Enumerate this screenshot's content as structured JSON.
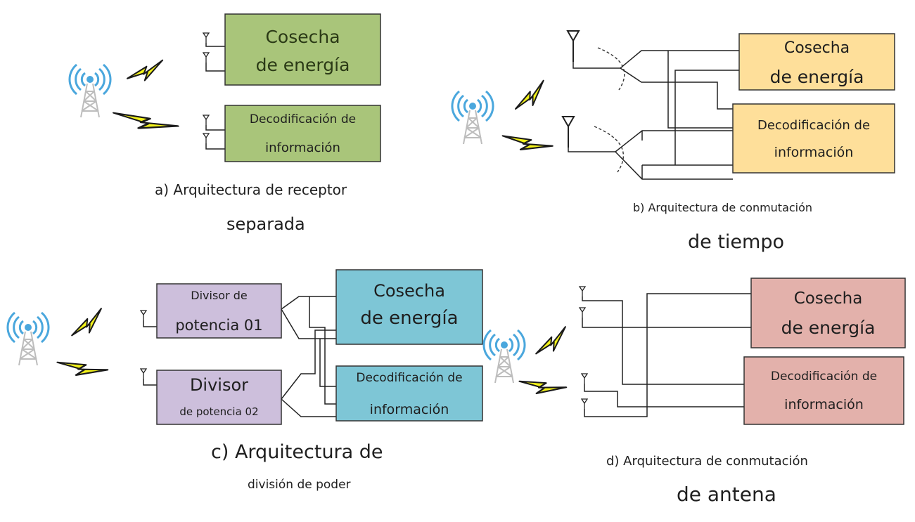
{
  "colors": {
    "green": "#a9c57a",
    "yellow": "#fedf9a",
    "purple": "#cdbfdc",
    "blue": "#7ec6d6",
    "pink": "#e3b1ab",
    "bolt": "#f2f21a",
    "tower": "#4aa7dd"
  },
  "icons": [
    "cell-tower-icon",
    "lightning-bolt-icon",
    "antenna-icon"
  ],
  "panel_a": {
    "harvest": [
      "Cosecha",
      "de energía"
    ],
    "decode": [
      "Decodificación de",
      "información"
    ],
    "caption": [
      "a) Arquitectura de receptor",
      "separada"
    ]
  },
  "panel_b": {
    "harvest": [
      "Cosecha",
      "de energía"
    ],
    "decode": [
      "Decodificación de",
      "información"
    ],
    "caption": [
      "b) Arquitectura de conmutación",
      "de tiempo"
    ]
  },
  "panel_c": {
    "divider1": [
      "Divisor de",
      "potencia 01"
    ],
    "divider2": [
      "Divisor",
      "de potencia 02"
    ],
    "harvest": [
      "Cosecha",
      "de energía"
    ],
    "decode": [
      "Decodificación de",
      "información"
    ],
    "caption": [
      "c) Arquitectura de",
      "división de poder"
    ]
  },
  "panel_d": {
    "harvest": [
      "Cosecha",
      "de energía"
    ],
    "decode": [
      "Decodificación de",
      "información"
    ],
    "caption": [
      "d) Arquitectura de conmutación",
      "de antena"
    ]
  }
}
